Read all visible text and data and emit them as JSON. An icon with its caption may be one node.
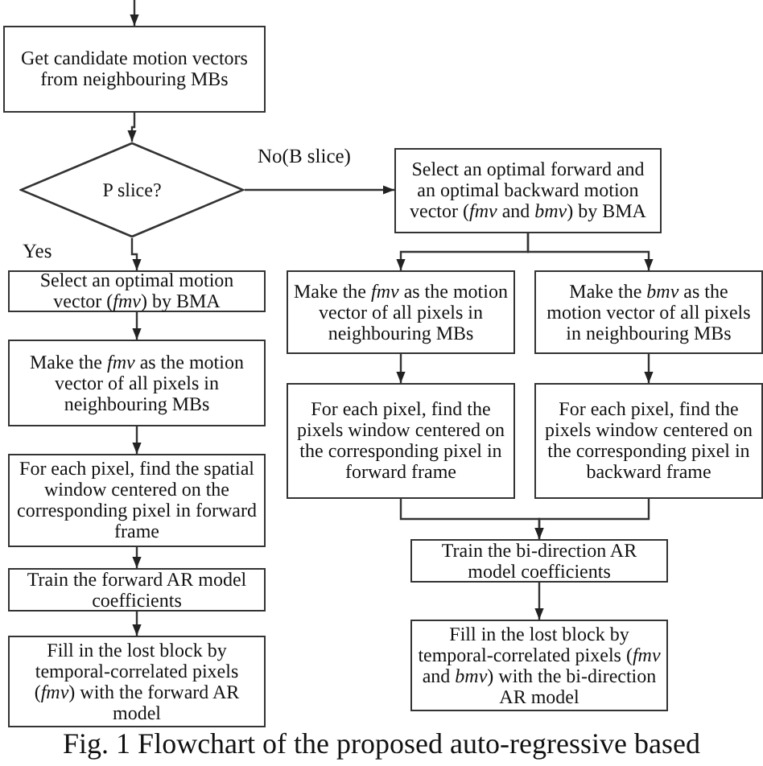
{
  "diagram": {
    "caption": "Fig. 1 Flowchart of the proposed auto-regressive based",
    "nodes": [
      {
        "text": [
          "Get candidate motion vectors from neighbouring MBs"
        ]
      },
      {
        "text": [
          "P slice?"
        ]
      },
      {
        "text": [
          "Select an optimal motion vector (*fmv*) by BMA"
        ]
      },
      {
        "text": [
          "Make the *fmv* as the motion vector of all pixels in neighbouring MBs"
        ]
      },
      {
        "text": [
          "For each pixel, find the spatial window centered on the corresponding pixel in forward frame"
        ]
      },
      {
        "text": [
          "Train the forward AR model coefficients"
        ]
      },
      {
        "text": [
          "Fill in the lost block by temporal-correlated pixels (*fmv*) with the forward AR model"
        ]
      },
      {
        "text": [
          "Select an optimal forward and an optimal backward motion vector (*fmv* and *bmv*) by BMA"
        ]
      },
      {
        "text": [
          "Make the *fmv* as the motion vector of all pixels in neighbouring MBs"
        ]
      },
      {
        "text": [
          "Make the *bmv* as the motion vector of all pixels in neighbouring MBs"
        ]
      },
      {
        "text": [
          "For each pixel, find the pixels window centered on the corresponding pixel in forward frame"
        ]
      },
      {
        "text": [
          "For each pixel, find the pixels window centered on the corresponding pixel in backward frame"
        ]
      },
      {
        "text": [
          "Train the bi-direction AR model coefficients"
        ]
      },
      {
        "text": [
          "Fill in the lost block by temporal-correlated pixels (*fmv* and *bmv*) with the bi-direction AR model"
        ]
      }
    ],
    "edges": [
      {
        "from": null,
        "to": 0,
        "arrow": "to"
      },
      {
        "from": 0,
        "to": 1,
        "arrow": "to"
      },
      {
        "from": 1,
        "to": 2,
        "arrow": "to",
        "label": "Yes"
      },
      {
        "from": 1,
        "to": 7,
        "arrow": "to",
        "label": "No(B slice)"
      },
      {
        "from": 2,
        "to": 3,
        "arrow": "to"
      },
      {
        "from": 3,
        "to": 4,
        "arrow": "to"
      },
      {
        "from": 4,
        "to": 5,
        "arrow": "to"
      },
      {
        "from": 5,
        "to": 6,
        "arrow": "to"
      },
      {
        "from": 7,
        "to": 8,
        "arrow": "to"
      },
      {
        "from": 7,
        "to": 9,
        "arrow": "to"
      },
      {
        "from": 8,
        "to": 10,
        "arrow": "to"
      },
      {
        "from": 9,
        "to": 11,
        "arrow": "to"
      },
      {
        "from": 10,
        "to": 12,
        "arrow": "to"
      },
      {
        "from": 11,
        "to": 12,
        "arrow": "to"
      },
      {
        "from": 12,
        "to": 13,
        "arrow": "to"
      }
    ]
  }
}
